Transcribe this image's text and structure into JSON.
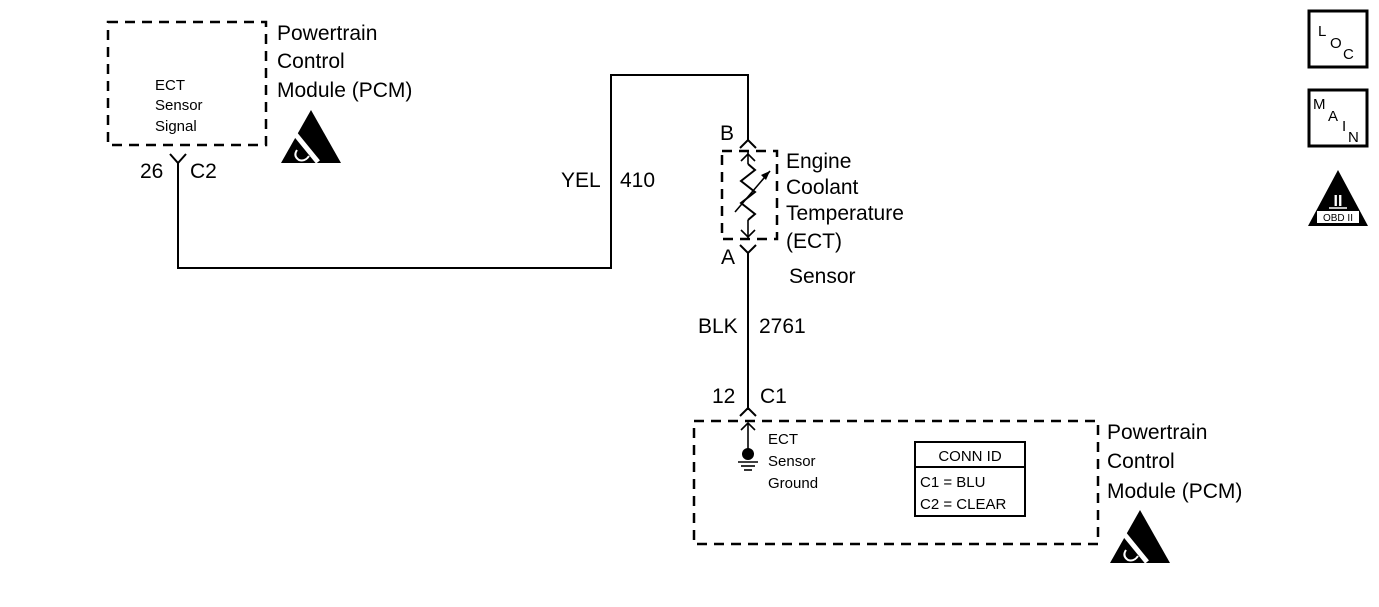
{
  "pcm_top": {
    "name_line1": "Powertrain",
    "name_line2": "Control",
    "name_line3": "Module (PCM)",
    "signal_line1": "ECT",
    "signal_line2": "Sensor",
    "signal_line3": "Signal",
    "pin": "26",
    "connector": "C2"
  },
  "wire_signal": {
    "color": "YEL",
    "circuit": "410"
  },
  "sensor": {
    "pin_top": "B",
    "pin_bottom": "A",
    "name_line1": "Engine",
    "name_line2": "Coolant",
    "name_line3": "Temperature",
    "name_line4": "(ECT)",
    "name_line5": "Sensor"
  },
  "wire_ground": {
    "color": "BLK",
    "circuit": "2761"
  },
  "pcm_bottom": {
    "pin": "12",
    "connector": "C1",
    "ground_line1": "ECT",
    "ground_line2": "Sensor",
    "ground_line3": "Ground",
    "name_line1": "Powertrain",
    "name_line2": "Control",
    "name_line3": "Module (PCM)"
  },
  "conn_id": {
    "header": "CONN ID",
    "row1": "C1 = BLU",
    "row2": "C2 = CLEAR"
  },
  "icons": {
    "loc": {
      "l": "L",
      "o": "O",
      "c": "C"
    },
    "main": {
      "m": "M",
      "a": "A",
      "i": "I",
      "n": "N"
    },
    "obd": {
      "numeral": "II",
      "label": "OBD II"
    },
    "esd": "esd-warning-icon"
  }
}
